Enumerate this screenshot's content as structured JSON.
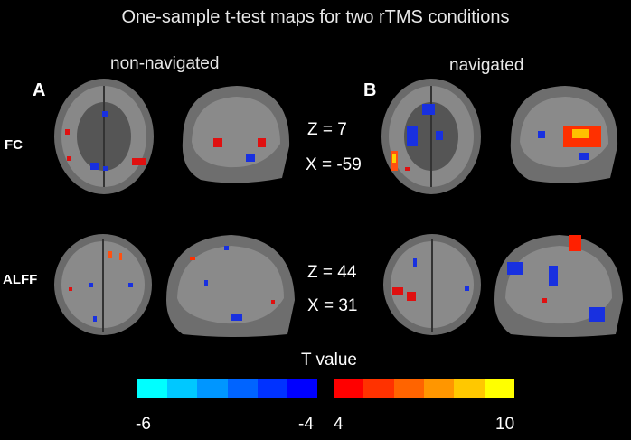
{
  "title": "One-sample t-test maps for two rTMS conditions",
  "conditions": {
    "left": "non-navigated",
    "right": "navigated"
  },
  "panels": {
    "left": "A",
    "right": "B"
  },
  "rows": {
    "fc": "FC",
    "alff": "ALFF"
  },
  "coords": {
    "fc": {
      "z": "Z = 7",
      "x": "X = -59"
    },
    "alff": {
      "z": "Z = 44",
      "x": "X = 31"
    }
  },
  "legend": {
    "title": "T value",
    "neg_min": "-6",
    "neg_max": "-4",
    "pos_min": "4",
    "pos_max": "10",
    "neg_colors": [
      "#00ffff",
      "#00c8ff",
      "#0096ff",
      "#0064ff",
      "#0032ff",
      "#0000ff"
    ],
    "pos_colors": [
      "#ff0000",
      "#ff3200",
      "#ff6400",
      "#ff9600",
      "#ffc800",
      "#ffff00"
    ]
  }
}
